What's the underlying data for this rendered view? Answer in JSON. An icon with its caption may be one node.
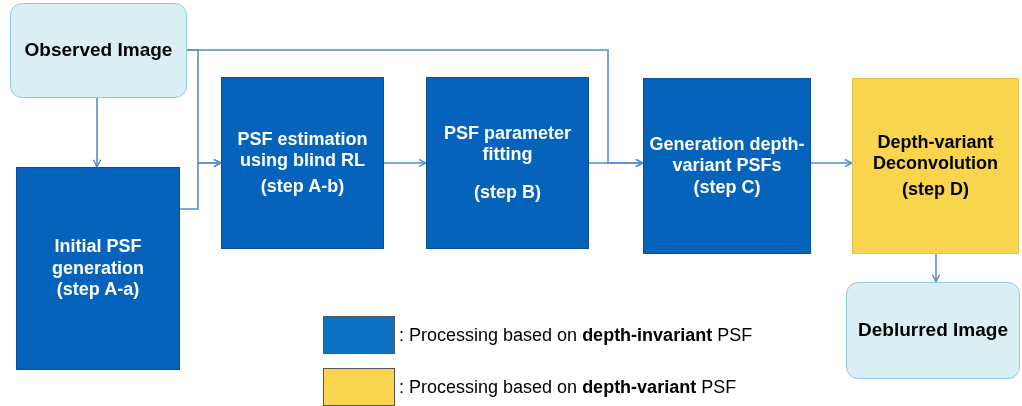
{
  "diagram": {
    "nodes": [
      {
        "text": [
          "Observed Image"
        ]
      },
      {
        "text": [
          "Initial PSF generation",
          "(step A-a)"
        ]
      },
      {
        "text": [
          "PSF estimation using blind RL",
          "(step A-b)"
        ]
      },
      {
        "text": [
          "PSF parameter fitting",
          "(step B)"
        ]
      },
      {
        "text": [
          "Generation depth-variant PSFs",
          "(step C)"
        ]
      },
      {
        "text": [
          "Depth-variant Deconvolution",
          "(step D)"
        ]
      },
      {
        "text": [
          "Deblurred Image"
        ]
      }
    ],
    "edges": [
      {
        "from": 0,
        "to": 1,
        "arrow": "to"
      },
      {
        "from": 0,
        "to": 2,
        "arrow": "to"
      },
      {
        "from": 1,
        "to": 2,
        "arrow": "to"
      },
      {
        "from": 2,
        "to": 3,
        "arrow": "to"
      },
      {
        "from": 0,
        "to": 4,
        "arrow": "to"
      },
      {
        "from": 3,
        "to": 4,
        "arrow": "to"
      },
      {
        "from": 4,
        "to": 5,
        "arrow": "to"
      },
      {
        "from": 5,
        "to": 6,
        "arrow": "to"
      }
    ],
    "legend": [
      {
        "text": ": Processing based on **depth-invariant** PSF",
        "color": "#0b72c4"
      },
      {
        "text": ": Processing based on **depth-variant** PSF",
        "color": "#f8d54c"
      }
    ]
  }
}
